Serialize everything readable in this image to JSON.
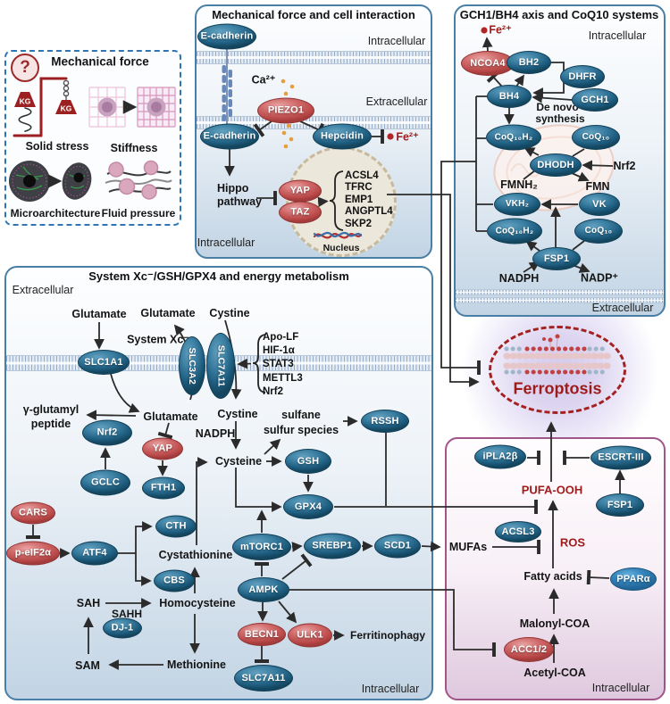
{
  "mech": {
    "title": "Mechanical force",
    "q": "?",
    "kg": "KG",
    "solid": "Solid stress",
    "stiff": "Stiffness",
    "micro": "Microarchitecture",
    "fluid": "Fluid pressure"
  },
  "cell": {
    "title": "Mechanical force and cell interaction",
    "intra_top": "Intracellular",
    "extra": "Extracellular",
    "intra_bot": "Intracellular",
    "ca": "Ca²⁺",
    "fe": "Fe²⁺",
    "hippo1": "Hippo",
    "hippo2": "pathway",
    "nucleus": "Nucleus",
    "nodes": {
      "ecad_top": "E-cadherin",
      "piezo1": "PIEZO1",
      "ecad_bot": "E-cadherin",
      "hepcidin": "Hepcidin",
      "yap": "YAP",
      "taz": "TAZ"
    },
    "genes": [
      "ACSL4",
      "TFRC",
      "EMP1",
      "ANGPTL4",
      "SKP2"
    ]
  },
  "gch1": {
    "title": "GCH1/BH4 axis and CoQ10 systems",
    "intra": "Intracellular",
    "extra": "Extracellular",
    "fe": "Fe²⁺",
    "denovo1": "De novo",
    "denovo2": "synthesis",
    "nrf2": "Nrf2",
    "fmnh2": "FMNH₂",
    "fmn": "FMN",
    "nadph": "NADPH",
    "nadp": "NADP⁺",
    "nodes": {
      "ncoa4": "NCOA4",
      "bh2": "BH2",
      "dhfr": "DHFR",
      "bh4": "BH4",
      "gch1": "GCH1",
      "coq10h2_a": "CoQ₁₀H₂",
      "coq10_a": "CoQ₁₀",
      "dhodh": "DHODH",
      "vkh2": "VKH₂",
      "vk": "VK",
      "coq10h2_b": "CoQ₁₀H₂",
      "coq10_b": "CoQ₁₀",
      "fsp1": "FSP1"
    }
  },
  "sys": {
    "title": "System Xc⁻/GSH/GPX4 and energy metabolism",
    "extra": "Extracellular",
    "intra": "Intracellular",
    "glu_top": "Glutamate",
    "glu_out": "Glutamate",
    "glu_in": "Glutamate",
    "cystine_top": "Cystine",
    "cystine_in": "Cystine",
    "sysxc": "System Xc⁻",
    "gg1": "γ-glutamyl",
    "gg2": "peptide",
    "nadph": "NADPH",
    "sulf1": "sulfane",
    "sulf2": "sulfur species",
    "cysteine": "Cysteine",
    "cystathionine": "Cystathionine",
    "homocysteine": "Homocysteine",
    "sah": "SAH",
    "sahh": "SAHH",
    "sam": "SAM",
    "methionine": "Methionine",
    "ferritinophagy": "Ferritinophagy",
    "regulators": [
      "Apo-LF",
      "HIF-1α",
      "STAT3",
      "METTL3",
      "Nrf2"
    ],
    "nodes": {
      "slc1a1": "SLC1A1",
      "slc3a2": "SLC3A2",
      "slc7a11_t": "SLC7A11",
      "nrf2": "Nrf2",
      "gclc": "GCLC",
      "yap": "YAP",
      "fth1": "FTH1",
      "cars": "CARS",
      "peif2a": "p-eIF2α",
      "atf4": "ATF4",
      "cth": "CTH",
      "cbs": "CBS",
      "dj1": "DJ-1",
      "rssh": "RSSH",
      "gsh": "GSH",
      "gpx4": "GPX4",
      "mtorc1": "mTORC1",
      "srebp1": "SREBP1",
      "scd1": "SCD1",
      "ampk": "AMPK",
      "becn1": "BECN1",
      "ulk1": "ULK1",
      "slc7a11_b": "SLC7A11"
    }
  },
  "lipid": {
    "intra": "Intracellular",
    "pufa": "PUFA-OOH",
    "ros": "ROS",
    "mufas": "MUFAs",
    "fatty": "Fatty acids",
    "malonyl": "Malonyl-COA",
    "acetyl": "Acetyl-COA",
    "nodes": {
      "ipla2b": "iPLA2β",
      "escrt": "ESCRT-III",
      "fsp1": "FSP1",
      "acsl3": "ACSL3",
      "ppara": "PPARα",
      "acc12": "ACC1/2"
    }
  },
  "ferroptosis": {
    "label": "Ferroptosis"
  },
  "colors": {
    "node_teal": "#1c5a7c",
    "node_red": "#b94848",
    "node_blue": "#3585bc",
    "accent_red": "#9e1b1b",
    "panel_blue_border": "#4a7fa5",
    "panel_purple_border": "#a0568a",
    "ca_dot": "#e69d3c",
    "fe_dot": "#b22626"
  }
}
